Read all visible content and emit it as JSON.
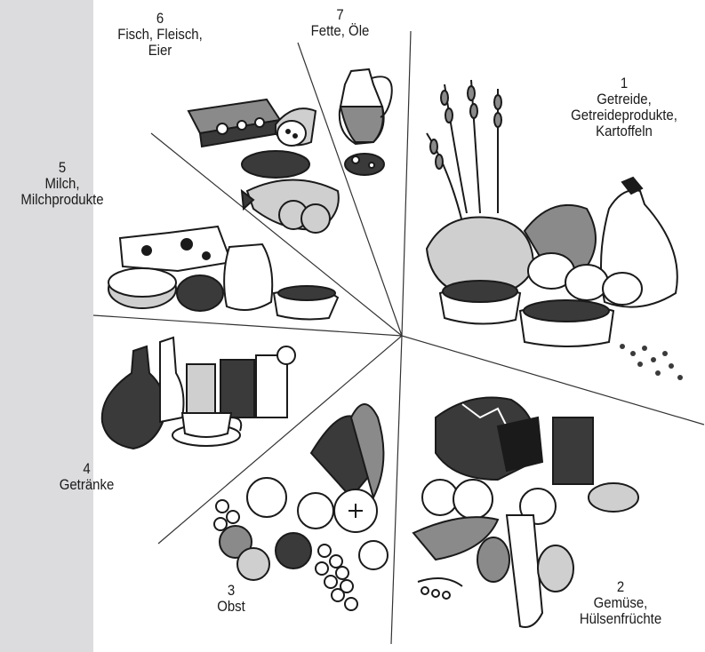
{
  "colors": {
    "side_band": "#dcdcde",
    "line": "#333333",
    "ink": "#1a1a1a",
    "dark_fill": "#3a3a3a",
    "mid_fill": "#8a8a8a",
    "light_fill": "#cfcfcf"
  },
  "segments": [
    {
      "number": "1",
      "lines": [
        "Getreide,",
        "Getreideprodukte,",
        "Kartoffeln"
      ]
    },
    {
      "number": "2",
      "lines": [
        "Gemüse,",
        "Hülsenfrüchte"
      ]
    },
    {
      "number": "3",
      "lines": [
        "Obst"
      ]
    },
    {
      "number": "4",
      "lines": [
        "Getränke"
      ]
    },
    {
      "number": "5",
      "lines": [
        "Milch,",
        "Milchprodukte"
      ]
    },
    {
      "number": "6",
      "lines": [
        "Fisch, Fleisch,",
        "Eier"
      ]
    },
    {
      "number": "7",
      "lines": [
        "Fette, Öle"
      ]
    }
  ]
}
